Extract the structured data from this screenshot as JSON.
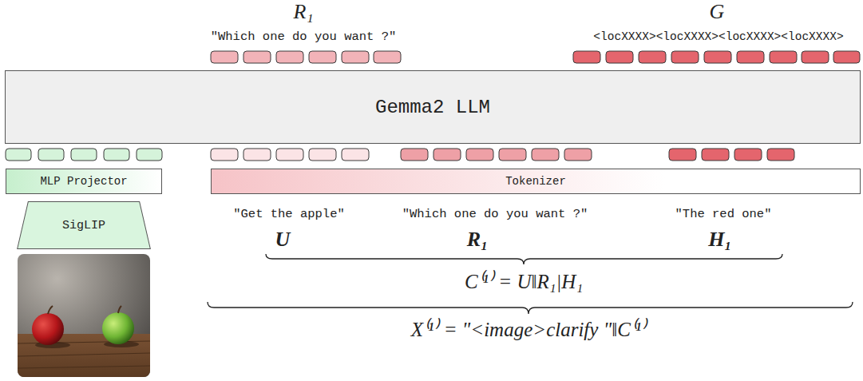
{
  "diagram": {
    "nodes": [
      {
        "text": [
          "Gemma2 LLM"
        ]
      },
      {
        "text": [
          "MLP Projector"
        ]
      },
      {
        "text": [
          "Tokenizer"
        ]
      },
      {
        "text": [
          "SigLIP"
        ]
      }
    ],
    "labels": [
      "R₁",
      "\"Which one do you want ?\"",
      "G",
      "<locXXXX><locXXXX><locXXXX><locXXXX>",
      "\"Get the apple\"",
      "\"Which one do you want ?\"",
      "\"The red one\"",
      "U",
      "R₁",
      "H₁",
      "C⁽¹⁾ = U‖R₁|H₁",
      "X⁽¹⁾ = \"<image>clarify \"‖C⁽¹⁾"
    ]
  }
}
